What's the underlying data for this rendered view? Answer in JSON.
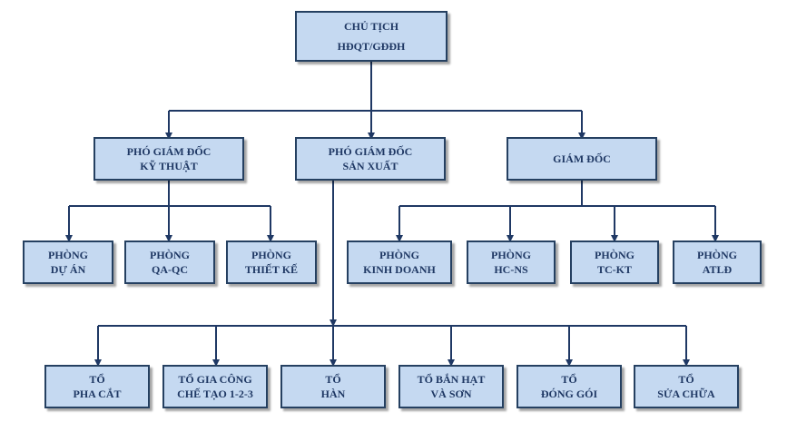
{
  "org": {
    "chair": {
      "line1": "CHỦ TỊCH",
      "line2": "HĐQT/GĐĐH"
    },
    "vp_technical": {
      "line1": "PHÓ GIÁM ĐỐC",
      "line2": "KỸ THUẬT"
    },
    "vp_production": {
      "line1": "PHÓ GIÁM ĐỐC",
      "line2": "SẢN XUẤT"
    },
    "director": {
      "line1": "GIÁM ĐỐC"
    },
    "dept_projects": {
      "line1": "PHÒNG",
      "line2": "DỰ ÁN"
    },
    "dept_qa_qc": {
      "line1": "PHÒNG",
      "line2": "QA-QC"
    },
    "dept_design": {
      "line1": "PHÒNG",
      "line2": "THIẾT KẾ"
    },
    "dept_sales": {
      "line1": "PHÒNG",
      "line2": "KINH DOANH"
    },
    "dept_hr": {
      "line1": "PHÒNG",
      "line2": "HC-NS"
    },
    "dept_finance": {
      "line1": "PHÒNG",
      "line2": "TC-KT"
    },
    "dept_safety": {
      "line1": "PHÒNG",
      "line2": "ATLĐ"
    },
    "team_cutting": {
      "line1": "TỔ",
      "line2": "PHA CẮT"
    },
    "team_fabrication": {
      "line1": "TỔ GIA CÔNG",
      "line2": "CHẾ TẠO 1-2-3"
    },
    "team_welding": {
      "line1": "TỔ",
      "line2": "HÀN"
    },
    "team_blasting": {
      "line1": "TỔ BẮN HẠT",
      "line2": "VÀ SƠN"
    },
    "team_packing": {
      "line1": "TỔ",
      "line2": "ĐÓNG GÓI"
    },
    "team_repair": {
      "line1": "TỔ",
      "line2": "SỬA CHỮA"
    }
  },
  "colors": {
    "box_fill": "#c5d9f1",
    "box_border": "#254061",
    "connector": "#1f3864",
    "text": "#1f3864"
  }
}
